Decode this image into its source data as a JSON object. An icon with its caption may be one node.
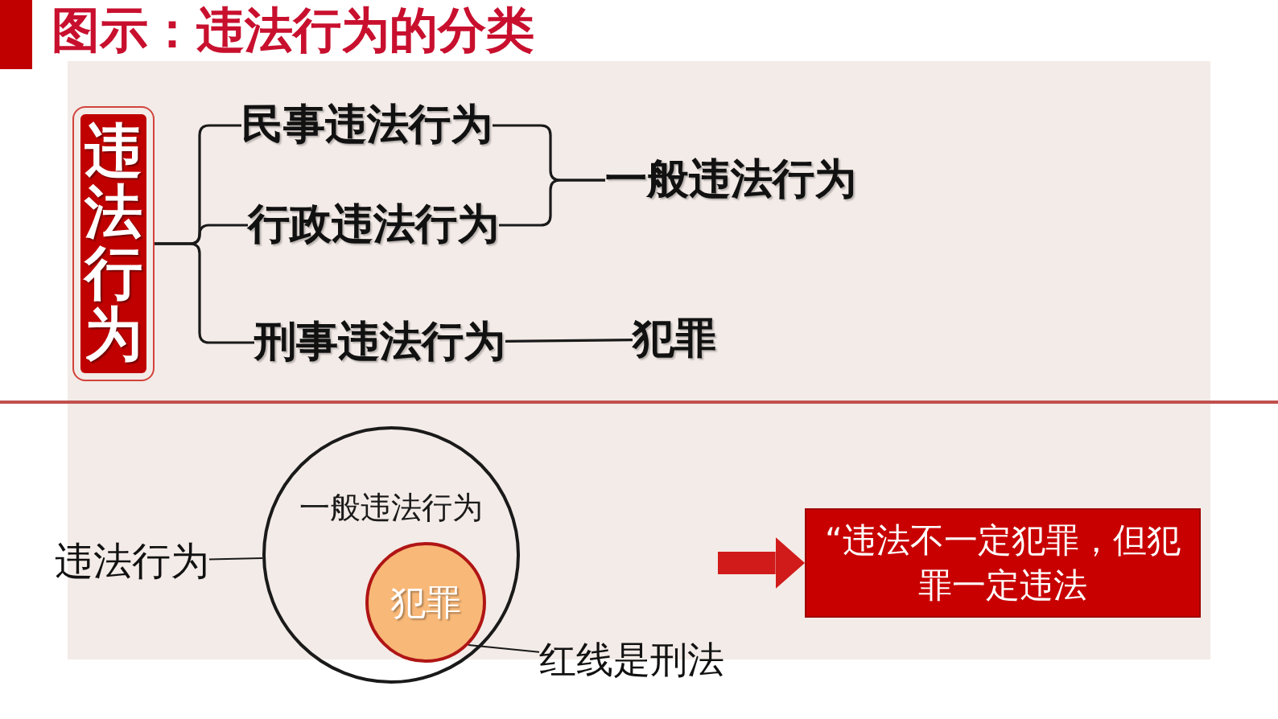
{
  "diagram": {
    "title": "图示：违法行为的分类",
    "nodes": [
      {
        "text": [
          "违法行为"
        ]
      },
      {
        "text": [
          "民事违法行为"
        ]
      },
      {
        "text": [
          "行政违法行为"
        ]
      },
      {
        "text": [
          "一般违法行为"
        ]
      },
      {
        "text": [
          "刑事违法行为"
        ]
      },
      {
        "text": [
          "犯罪"
        ]
      },
      {
        "text": [
          "违法行为"
        ]
      },
      {
        "text": [
          "一般违法行为"
        ]
      },
      {
        "text": [
          "犯罪"
        ],
        "in": 7
      },
      {
        "text": [
          "红线是刑法"
        ]
      },
      {
        "text": [
          "“违法不一定犯罪，但犯罪一定违法"
        ]
      }
    ],
    "edges": [
      {
        "from": 0,
        "to": 1,
        "arrow": "none"
      },
      {
        "from": 0,
        "to": 2,
        "arrow": "none"
      },
      {
        "from": 0,
        "to": 4,
        "arrow": "none"
      },
      {
        "from": 1,
        "to": 3,
        "arrow": "none"
      },
      {
        "from": 2,
        "to": 3,
        "arrow": "none"
      },
      {
        "from": 4,
        "to": 5,
        "arrow": "none"
      },
      {
        "from": 6,
        "to": 7,
        "arrow": "none"
      },
      {
        "from": 9,
        "to": 8,
        "arrow": "none"
      },
      {
        "from": null,
        "to": 10,
        "arrow": "to",
        "style": "thick",
        "color": "#d11a1a"
      }
    ]
  }
}
